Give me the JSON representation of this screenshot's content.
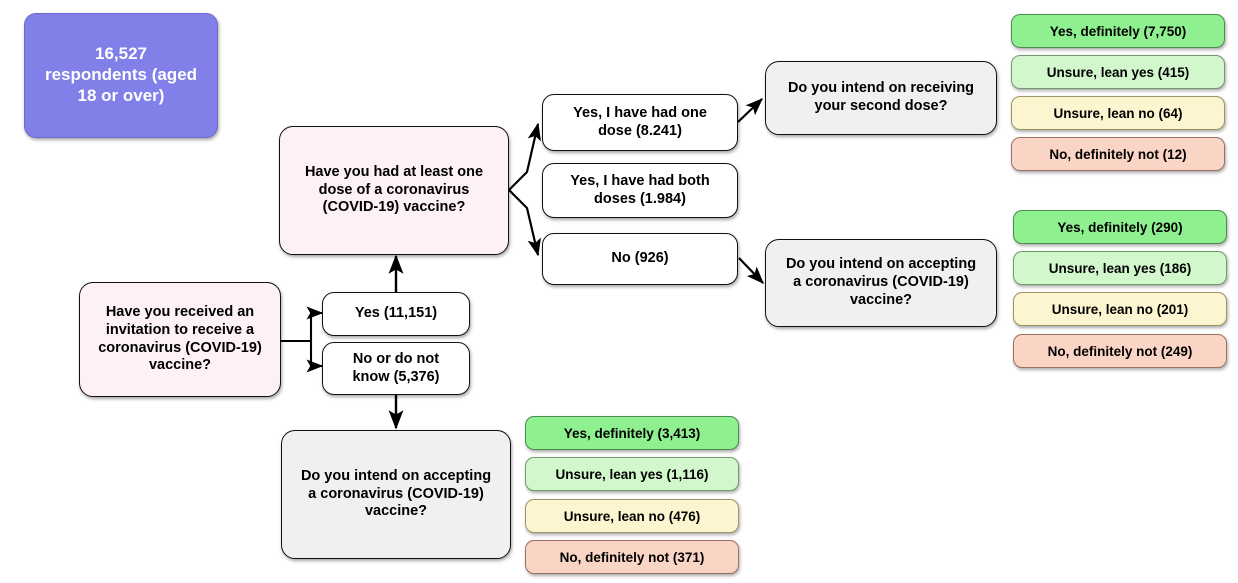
{
  "diagram": {
    "title": "COVID-19 vaccine uptake and intention flowchart",
    "colors": {
      "total_box": "#8080e8",
      "question_pink": "#fdf0f6",
      "question_grey": "#f0f0f0",
      "answer_white": "#ffffff",
      "outcome_yes_definitely": "#8ef08e",
      "outcome_unsure_lean_yes": "#d2f7cd",
      "outcome_unsure_lean_no": "#fdf5cf",
      "outcome_no_definitely_not": "#fad4c4",
      "edge": "#000000"
    },
    "nodes": {
      "total": "16,527\nrespondents (aged\n18 or over)",
      "q_invitation": "Have you received an\ninvitation to receive a\ncoronavirus (COVID-19)\nvaccine?",
      "a_invitation_yes": "Yes (11,151)",
      "a_invitation_no": "No or do not\nknow (5,376)",
      "q_at_least_one_dose": "Have you had at least one\ndose of a coronavirus\n(COVID-19) vaccine?",
      "a_one_dose": "Yes, I have had one\ndose (8.241)",
      "a_both_doses": "Yes, I have had both\ndoses (1.984)",
      "a_no_dose": "No (926)",
      "q_second_dose": "Do you intend on receiving\nyour second dose?",
      "q_accept_right": "Do you intend on accepting\na coronavirus (COVID-19)\nvaccine?",
      "q_accept_bottom": "Do you intend on accepting\na coronavirus (COVID-19)\nvaccine?"
    },
    "outcome_groups": [
      {
        "id": "second-dose-intention",
        "source": "q_second_dose",
        "items": [
          {
            "label": "Yes, definitely (7,750)",
            "value": 7750,
            "style": "chip-green-strong"
          },
          {
            "label": "Unsure, lean yes (415)",
            "value": 415,
            "style": "chip-green-light"
          },
          {
            "label": "Unsure, lean no (64)",
            "value": 64,
            "style": "chip-yellow"
          },
          {
            "label": "No, definitely not (12)",
            "value": 12,
            "style": "chip-red"
          }
        ]
      },
      {
        "id": "accept-intention-invited",
        "source": "q_accept_right",
        "items": [
          {
            "label": "Yes, definitely (290)",
            "value": 290,
            "style": "chip-green-strong"
          },
          {
            "label": "Unsure, lean yes (186)",
            "value": 186,
            "style": "chip-green-light"
          },
          {
            "label": "Unsure, lean no (201)",
            "value": 201,
            "style": "chip-yellow"
          },
          {
            "label": "No, definitely not (249)",
            "value": 249,
            "style": "chip-red"
          }
        ]
      },
      {
        "id": "accept-intention-not-invited",
        "source": "q_accept_bottom",
        "items": [
          {
            "label": "Yes, definitely (3,413)",
            "value": 3413,
            "style": "chip-green-strong"
          },
          {
            "label": "Unsure, lean yes (1,116)",
            "value": 1116,
            "style": "chip-green-light"
          },
          {
            "label": "Unsure, lean no (476)",
            "value": 476,
            "style": "chip-yellow"
          },
          {
            "label": "No, definitely not (371)",
            "value": 371,
            "style": "chip-red"
          }
        ]
      }
    ]
  }
}
